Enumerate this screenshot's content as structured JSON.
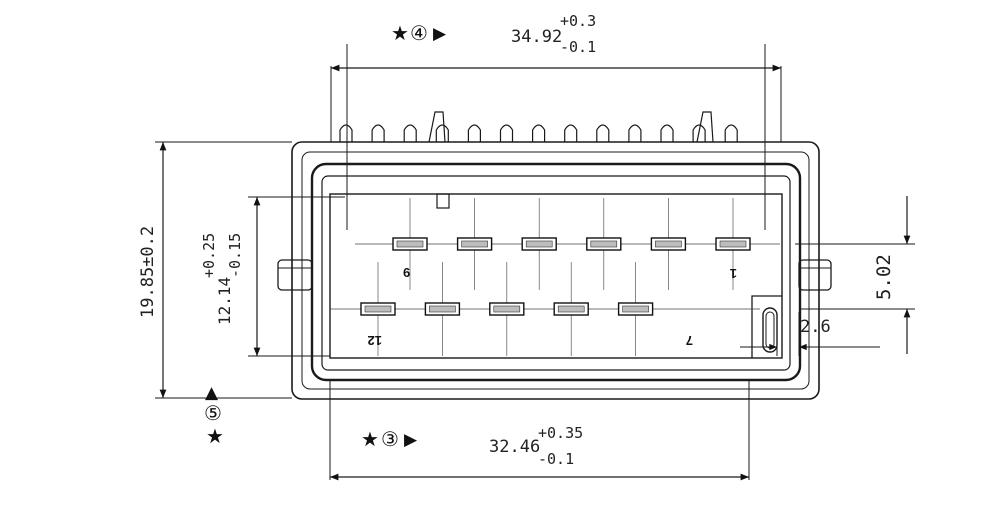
{
  "dimensions": {
    "top_width": {
      "value": "34.92",
      "tol_plus": "+0.3",
      "tol_minus": "-0.1"
    },
    "bottom_width": {
      "value": "32.46",
      "tol_plus": "+0.35",
      "tol_minus": "-0.1"
    },
    "total_height": {
      "text": "19.85±0.2"
    },
    "inner_height": {
      "value": "12.14",
      "tol_plus": "+0.25",
      "tol_minus": "-0.15"
    },
    "row_pitch": {
      "text": "5.02"
    },
    "key_width": {
      "text": "2.6"
    }
  },
  "callouts": {
    "top": {
      "star": "★",
      "number": "④",
      "arrow": "▶"
    },
    "bottom": {
      "star": "★",
      "number": "③",
      "arrow": "▶"
    },
    "left": {
      "star": "★",
      "number": "⑤",
      "arrow": "▲"
    }
  },
  "pin_labels": {
    "pin6": "6",
    "pin1": "1",
    "pin12": "12",
    "pin7": "7"
  },
  "pins": {
    "top_row_count": 6,
    "bottom_row_count": 5,
    "top_teeth_count": 13
  }
}
